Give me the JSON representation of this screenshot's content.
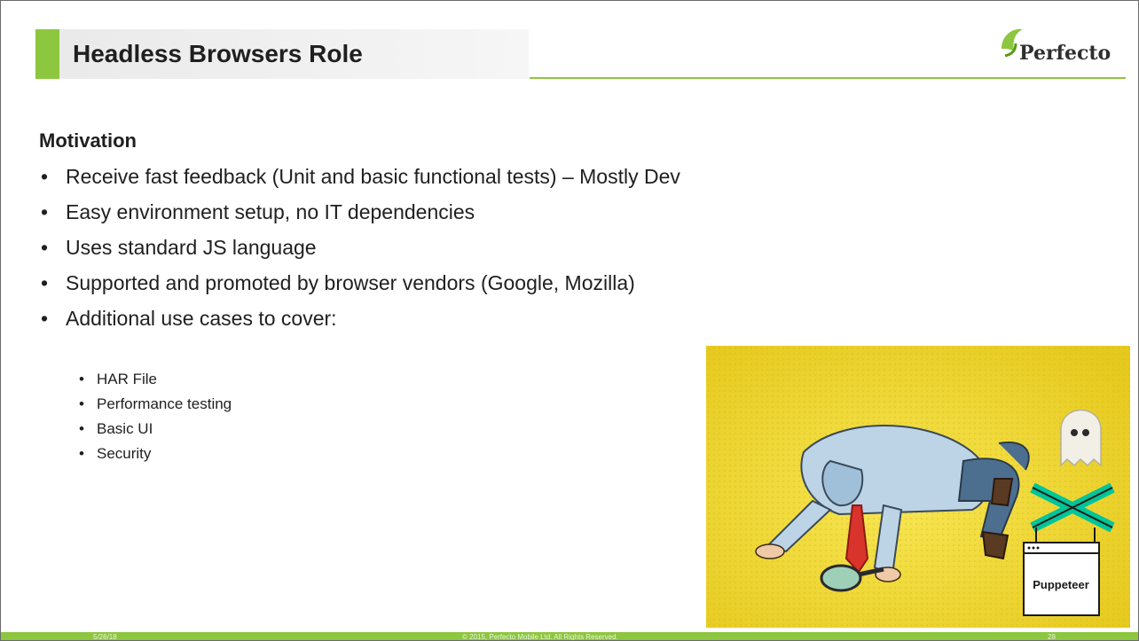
{
  "slide": {
    "title": "Headless Browsers Role",
    "logo_text": "Perfecto",
    "heading": "Motivation",
    "bullets": [
      "Receive fast feedback (Unit and basic functional tests) – Mostly Dev",
      "Easy environment setup, no IT dependencies",
      "Uses standard JS language",
      "Supported and promoted by browser vendors (Google, Mozilla)",
      "Additional use cases to cover:"
    ],
    "sub_bullets": [
      "HAR File",
      "Performance testing",
      "Basic UI",
      "Security"
    ],
    "image_label": "Puppeteer",
    "footer": {
      "date": "5/26/18",
      "copyright": "© 2015, Perfecto Mobile Ltd.  All Rights Reserved.",
      "page": "28"
    }
  },
  "colors": {
    "accent": "#8dc63f",
    "image_bg": "#f2df2e"
  },
  "icons": [
    "perfecto-logo-icon",
    "ghost-icon",
    "puppeteer-cross-icon",
    "magnifying-glass-icon"
  ]
}
